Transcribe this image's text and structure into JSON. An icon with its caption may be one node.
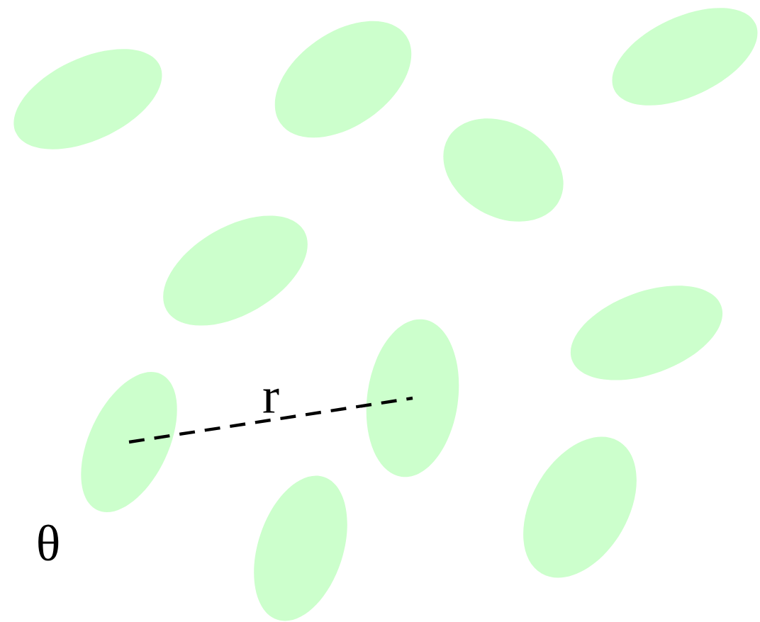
{
  "diagram": {
    "nodes": [
      {
        "text": [],
        "shape": "ellipse"
      },
      {
        "text": [],
        "shape": "ellipse"
      },
      {
        "text": [],
        "shape": "ellipse"
      },
      {
        "text": [],
        "shape": "ellipse"
      },
      {
        "text": [],
        "shape": "ellipse"
      },
      {
        "text": [],
        "shape": "ellipse"
      },
      {
        "text": [],
        "shape": "ellipse"
      },
      {
        "text": [],
        "shape": "ellipse"
      },
      {
        "text": [],
        "shape": "ellipse"
      },
      {
        "text": [],
        "shape": "ellipse"
      }
    ],
    "edges": [
      {
        "from": 6,
        "to": 7,
        "arrow": "none",
        "style": "dashed",
        "label": "r"
      }
    ],
    "labels": [
      "θ"
    ]
  }
}
